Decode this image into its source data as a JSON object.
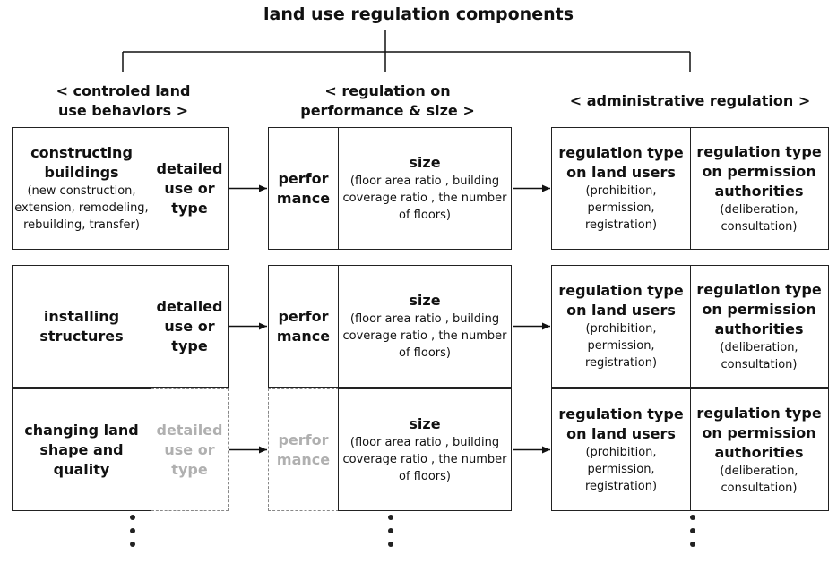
{
  "title": "land use regulation components",
  "columns": {
    "behaviors": "< controled land use behaviors >",
    "performance": "< regulation on performance & size >",
    "administrative": "< administrative regulation >"
  },
  "rows": [
    {
      "behavior": {
        "main": "constructing buildings",
        "sub": "(new construction, extension, remodeling, rebuilding, transfer)"
      },
      "detailed": "detailed use or type",
      "detailed_faded": false,
      "performance": "perfor mance",
      "performance_faded": false,
      "size": {
        "main": "size",
        "sub": "(floor area ratio , building coverage ratio , the number of floors)"
      },
      "land_users": {
        "main": "regulation type on land users",
        "sub": "(prohibition, permission, registration)"
      },
      "authorities": {
        "main": "regulation type on permission authorities",
        "sub": "(deliberation, consultation)"
      }
    },
    {
      "behavior": {
        "main": "installing structures",
        "sub": ""
      },
      "detailed": "detailed use or type",
      "detailed_faded": false,
      "performance": "perfor mance",
      "performance_faded": false,
      "size": {
        "main": "size",
        "sub": "(floor area ratio , building coverage ratio , the number of floors)"
      },
      "land_users": {
        "main": "regulation type on land users",
        "sub": "(prohibition, permission, registration)"
      },
      "authorities": {
        "main": "regulation type on permission authorities",
        "sub": "(deliberation, consultation)"
      }
    },
    {
      "behavior": {
        "main": "changing land shape and quality",
        "sub": ""
      },
      "detailed": "detailed use or type",
      "detailed_faded": true,
      "performance": "perfor mance",
      "performance_faded": true,
      "size": {
        "main": "size",
        "sub": "(floor area ratio , building coverage ratio , the number of floors)"
      },
      "land_users": {
        "main": "regulation type on land users",
        "sub": "(prohibition, permission, registration)"
      },
      "authorities": {
        "main": "regulation type on permission authorities",
        "sub": "(deliberation, consultation)"
      }
    }
  ]
}
